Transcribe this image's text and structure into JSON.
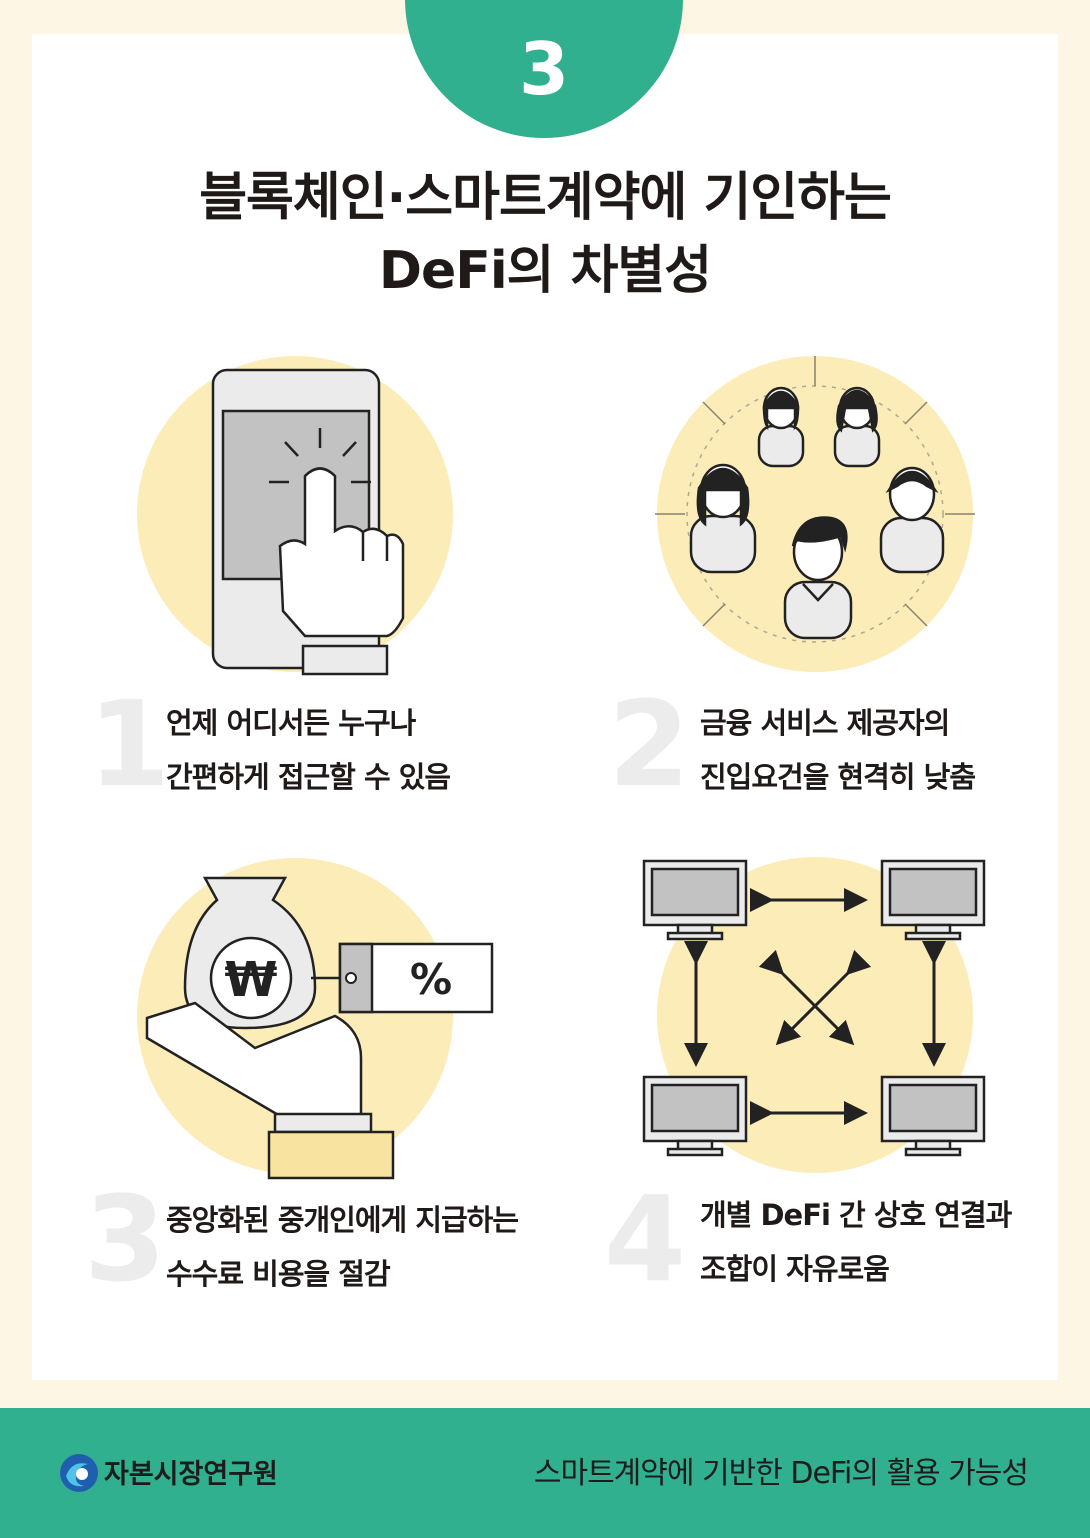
{
  "page": {
    "badge_number": "3",
    "title_line1": "블록체인·스마트계약에 기인하는",
    "title_line2": "DeFi의 차별성"
  },
  "items": [
    {
      "number": "1",
      "line1": "언제 어디서든 누구나",
      "line2": "간편하게 접근할 수 있음"
    },
    {
      "number": "2",
      "line1": "금융 서비스 제공자의",
      "line2": "진입요건을 현격히 낮춤"
    },
    {
      "number": "3",
      "line1": "중앙화된 중개인에게 지급하는",
      "line2": "수수료 비용을 절감"
    },
    {
      "number": "4",
      "line1": "개별 DeFi 간 상호 연결과",
      "line2": "조합이 자유로움"
    }
  ],
  "illustrations": {
    "won_symbol": "₩",
    "percent_tag": "%"
  },
  "footer": {
    "org_name": "자본시장연구원",
    "doc_title": "스마트계약에 기반한 DeFi의 활용 가능성"
  },
  "colors": {
    "green": "#31b090",
    "cream": "#fdf6e4",
    "circle_yellow": "#fcecb8",
    "gray": "#c2c2c2"
  }
}
